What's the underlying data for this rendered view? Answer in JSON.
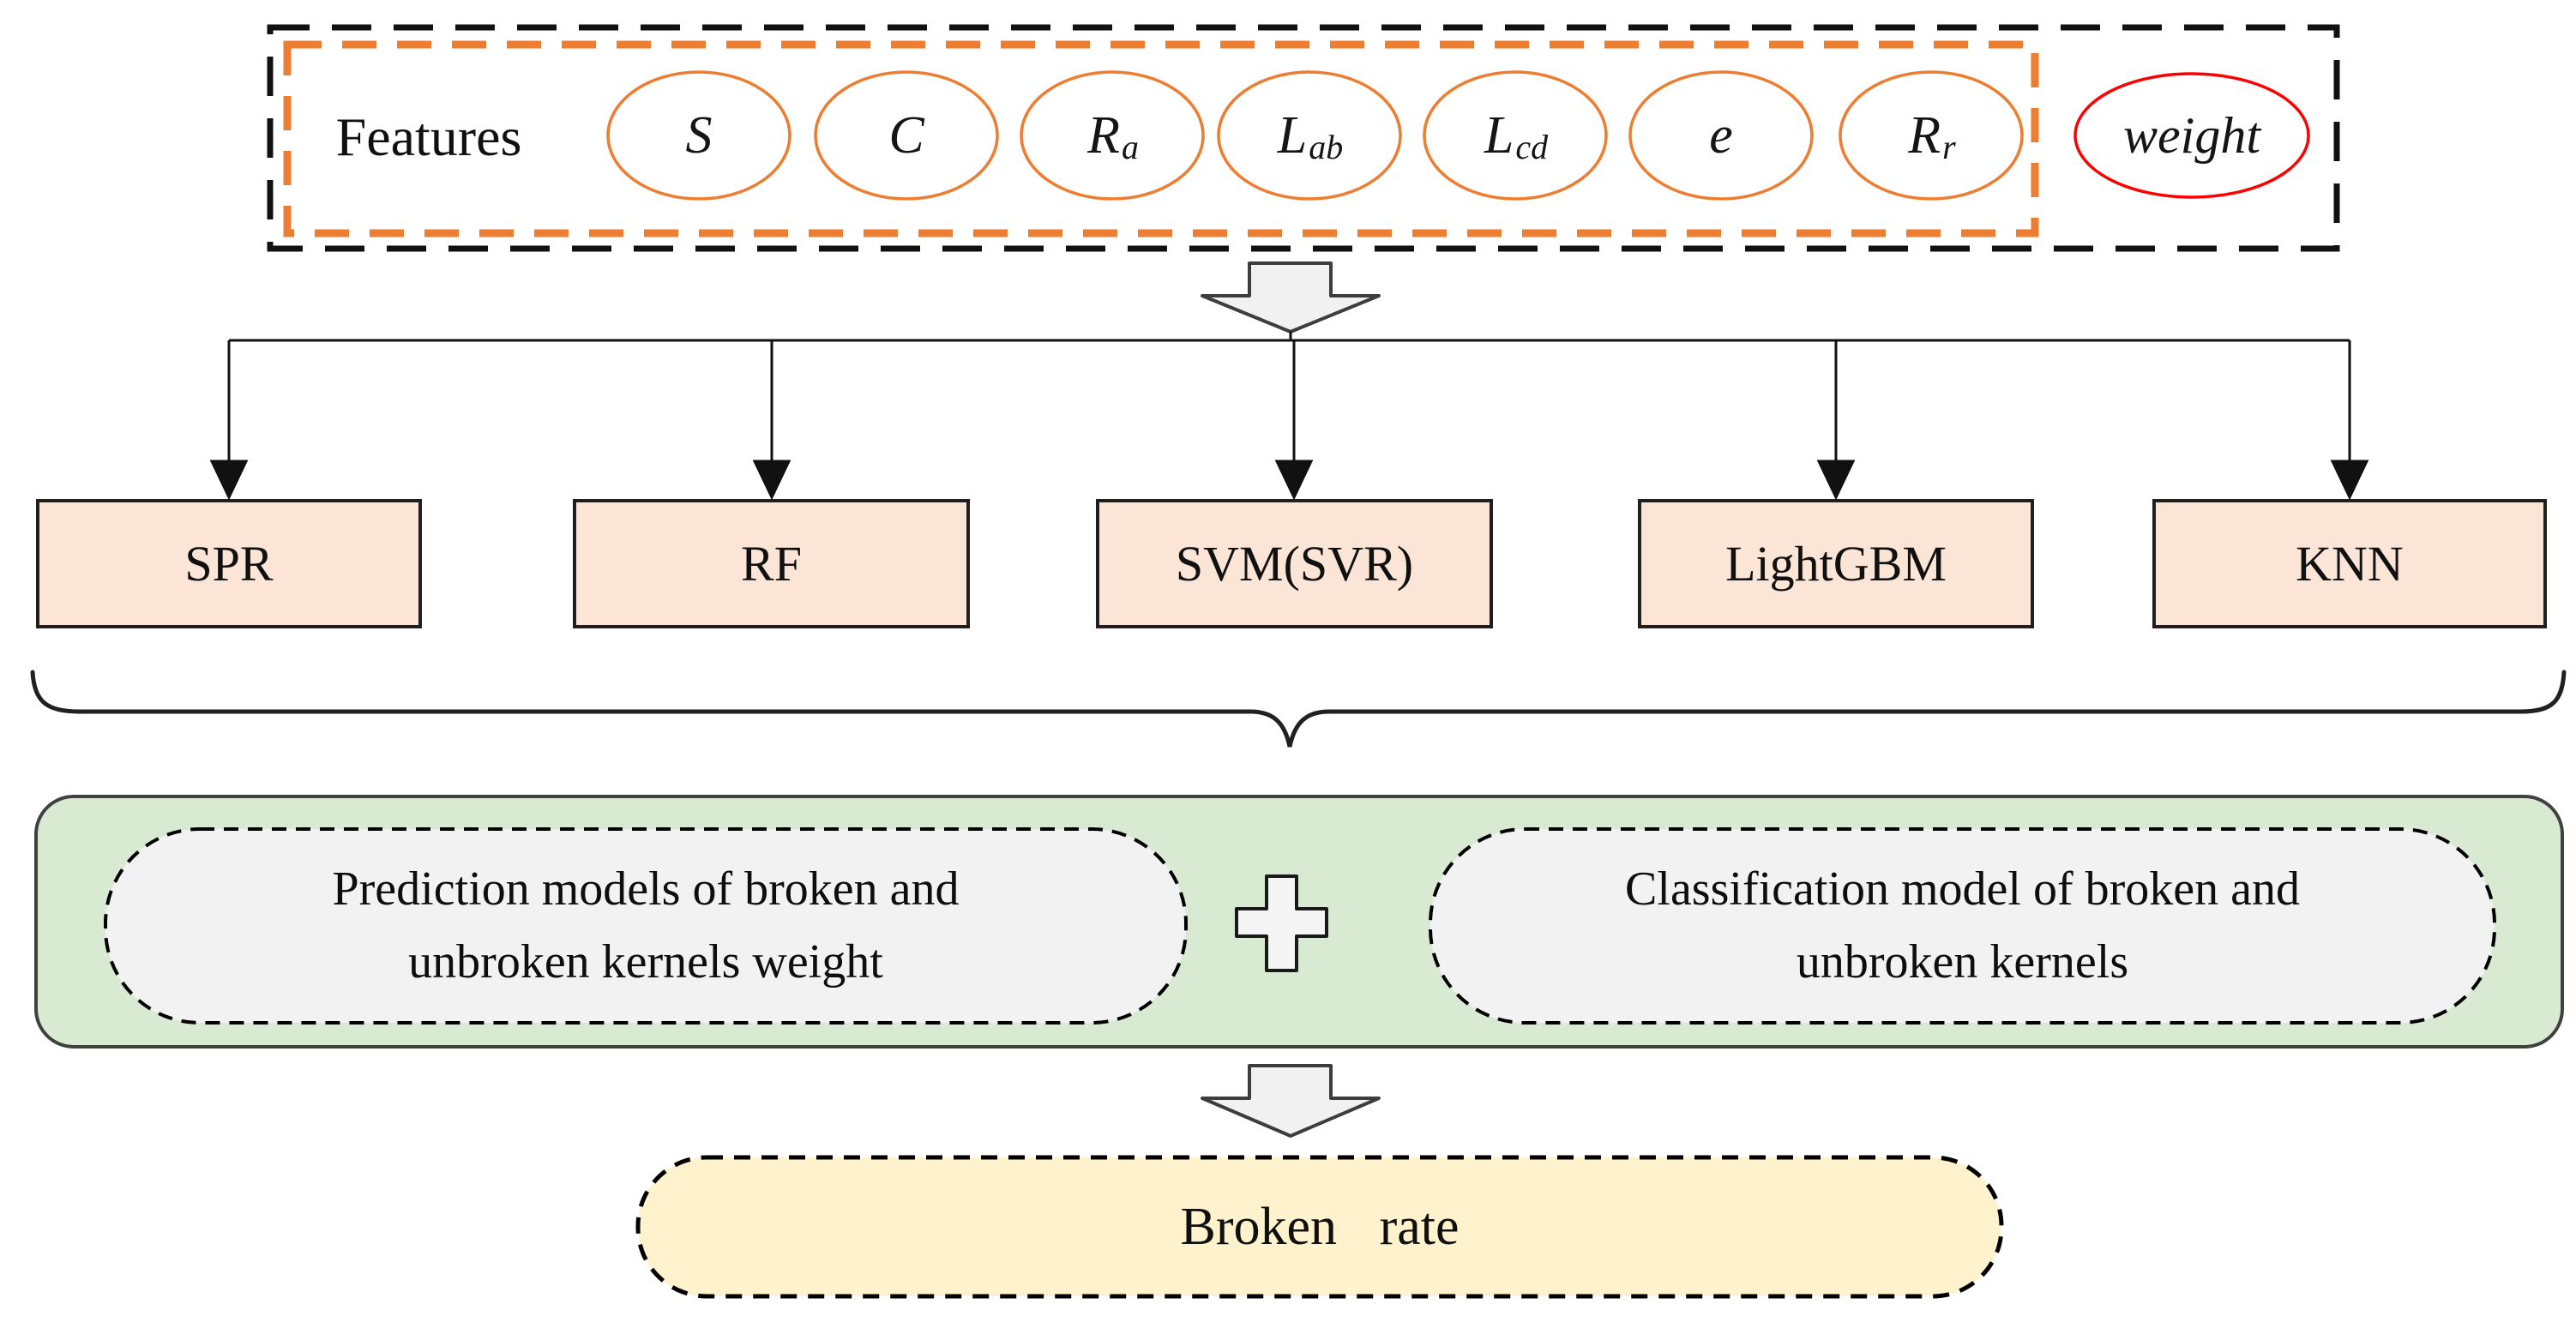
{
  "features_panel": {
    "label": "Features",
    "ellipses": [
      {
        "main": "S",
        "sub": ""
      },
      {
        "main": "C",
        "sub": ""
      },
      {
        "main": "R",
        "sub": "a"
      },
      {
        "main": "L",
        "sub": "ab"
      },
      {
        "main": "L",
        "sub": "cd"
      },
      {
        "main": "e",
        "sub": ""
      },
      {
        "main": "R",
        "sub": "r"
      }
    ],
    "weight_label": "weight",
    "colors": {
      "outer_dashed_border": "#111111",
      "inner_dashed_border": "#ED7D31",
      "weight_ellipse_border": "#FF0000",
      "feature_ellipse_border": "#ED7D31"
    }
  },
  "models": {
    "items": [
      {
        "label": "SPR"
      },
      {
        "label": "RF"
      },
      {
        "label": "SVM(SVR)"
      },
      {
        "label": "LightGBM"
      },
      {
        "label": "KNN"
      }
    ],
    "box_fill": "#FBE5D6",
    "box_border": "#1F1F1F"
  },
  "combiner": {
    "left_line1": "Prediction models of broken and",
    "left_line2": "unbroken kernels weight",
    "plus_icon": "+",
    "right_line1": "Classification model of broken and",
    "right_line2": "unbroken kernels",
    "panel_fill": "#D9EAD3",
    "inner_fill": "#F2F2F2"
  },
  "output": {
    "label": "Broken rate",
    "fill": "#FFF2CC"
  },
  "arrow_fill": "#F1F1F1"
}
